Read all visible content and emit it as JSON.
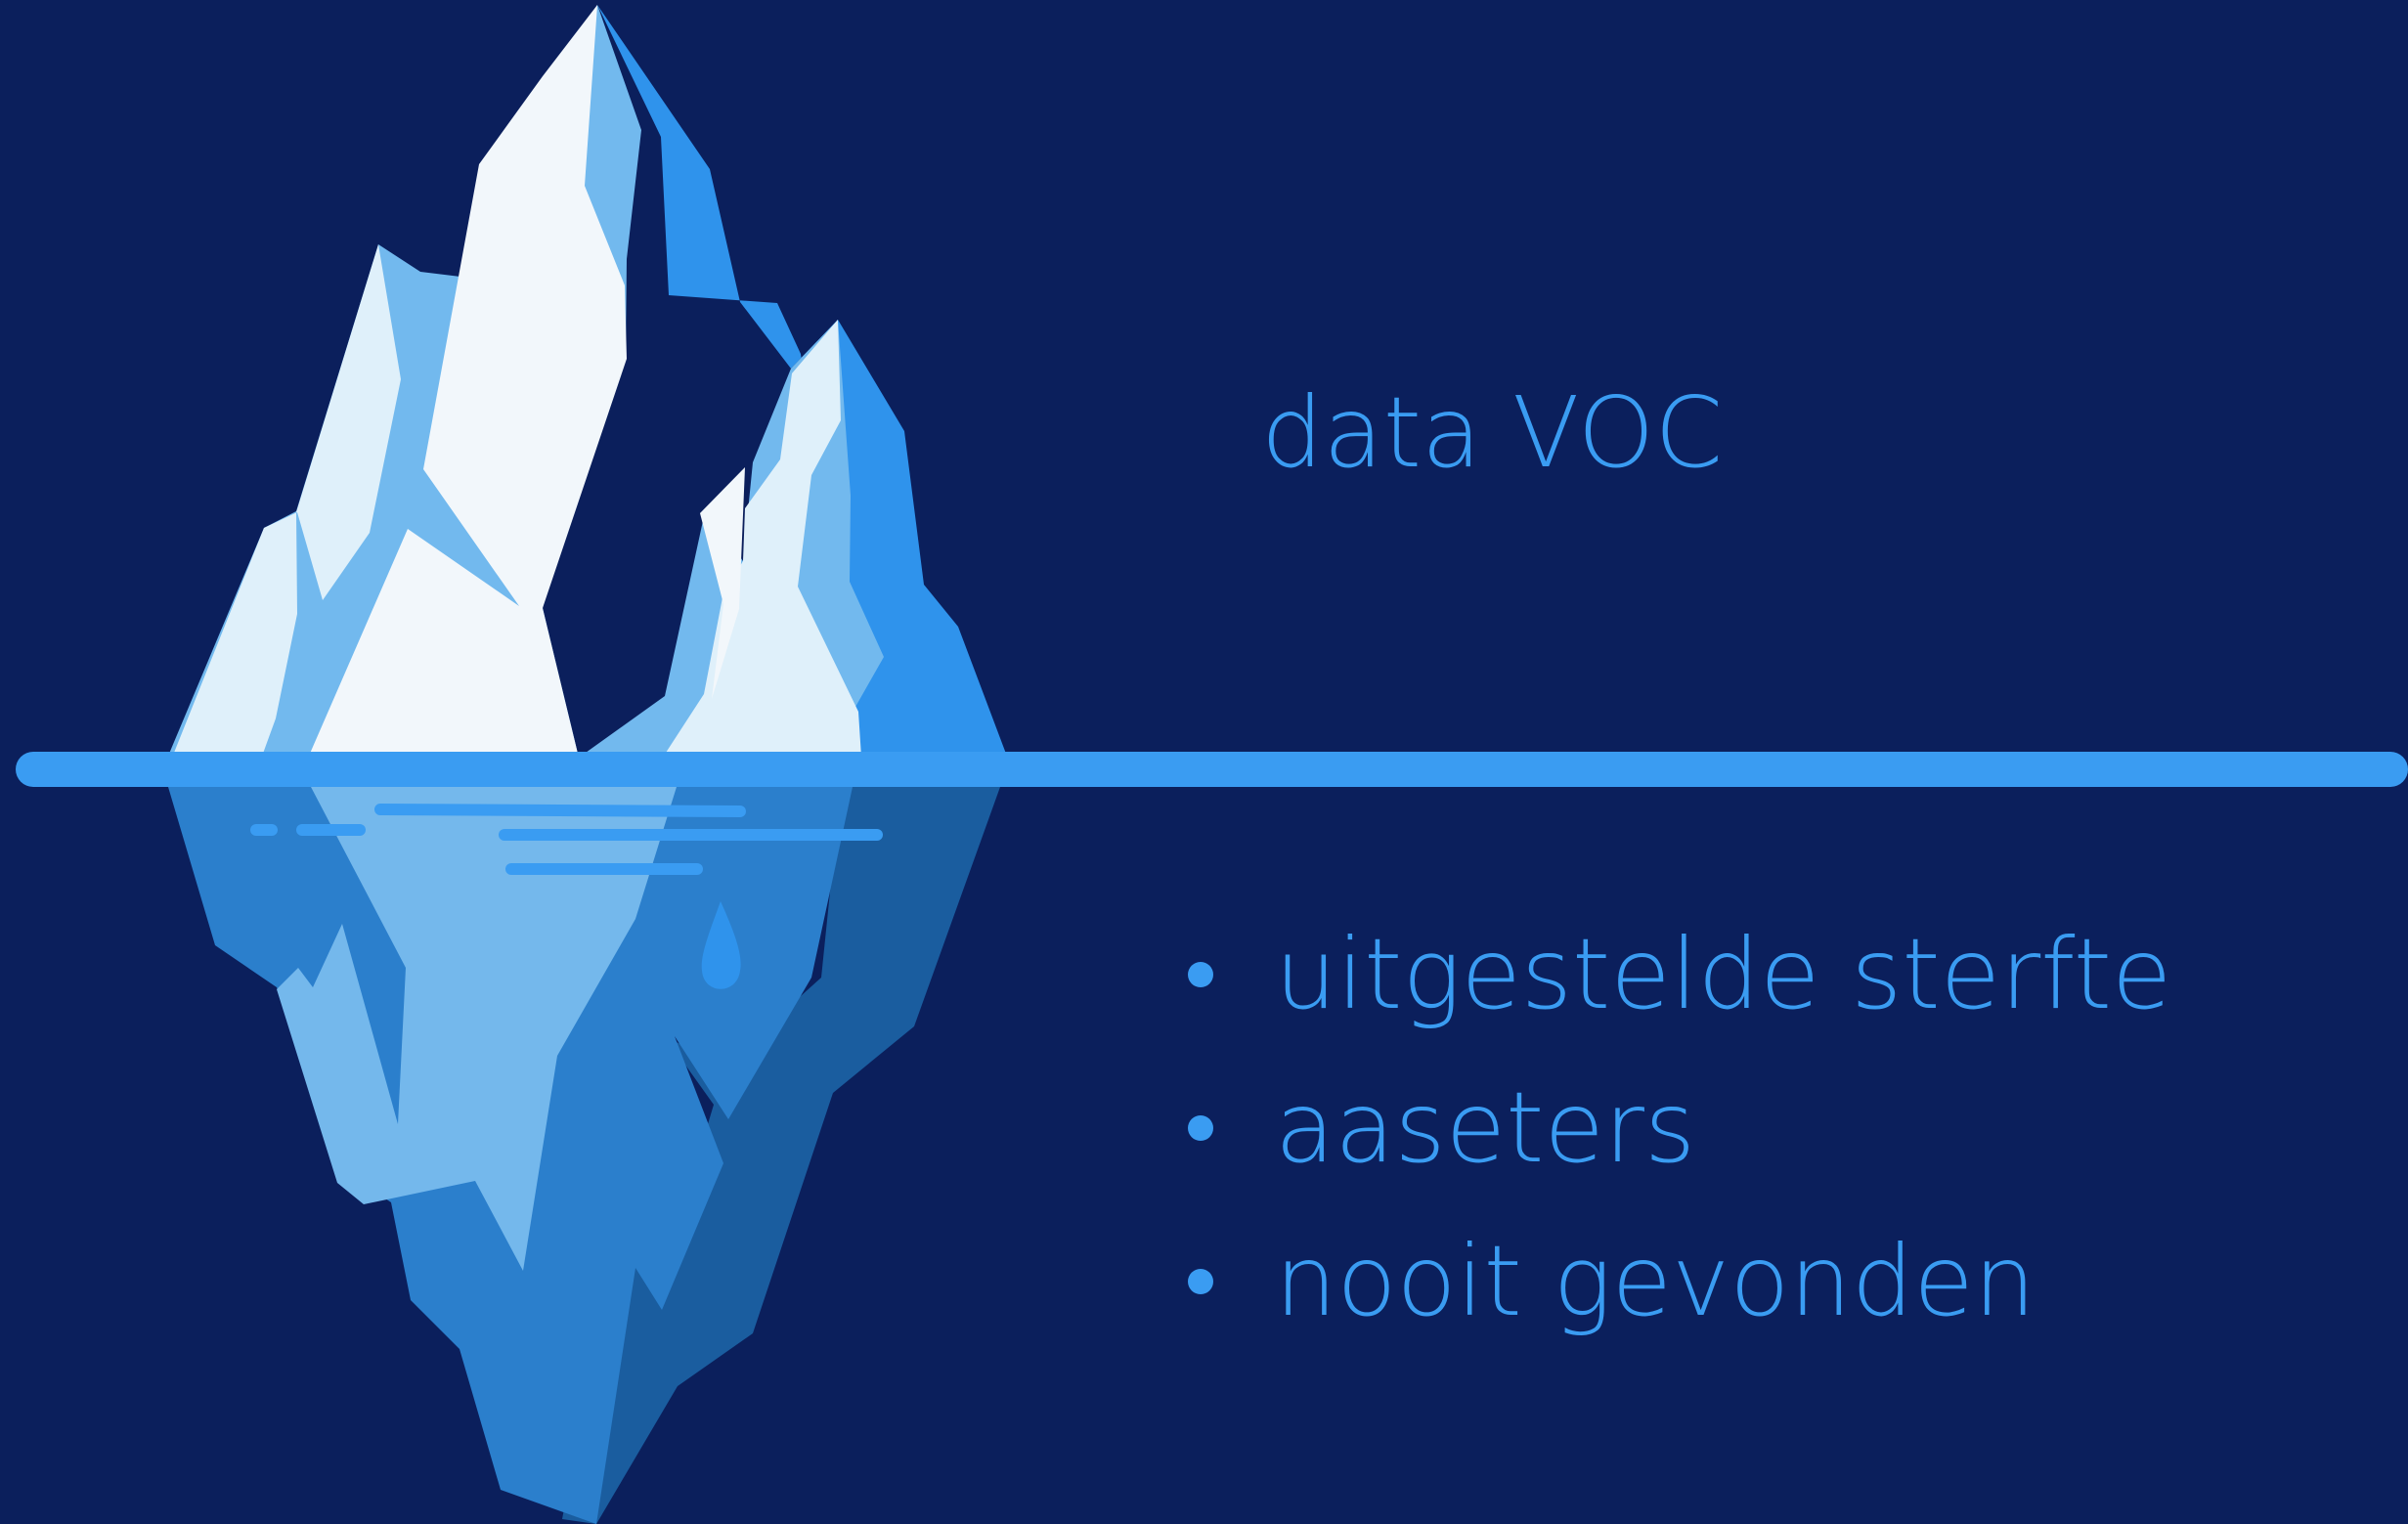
{
  "above_water": {
    "label": "data VOC"
  },
  "below_water": {
    "items": [
      "uitgestelde sterfte",
      "aaseters",
      "nooit gevonden"
    ]
  },
  "colors": {
    "background": "#0b1f5c",
    "accent": "#3a9cf2",
    "ice_white": "#f2f7fb",
    "ice_light": "#dff0fa",
    "ice_mid": "#72b9ee",
    "ice_blue": "#2f93ec",
    "under_light": "#74b8ec",
    "under_mid": "#2b7fcc",
    "under_dark": "#1a5d9f"
  },
  "icons": [
    "iceberg-illustration",
    "water-line",
    "bullet-dot"
  ]
}
